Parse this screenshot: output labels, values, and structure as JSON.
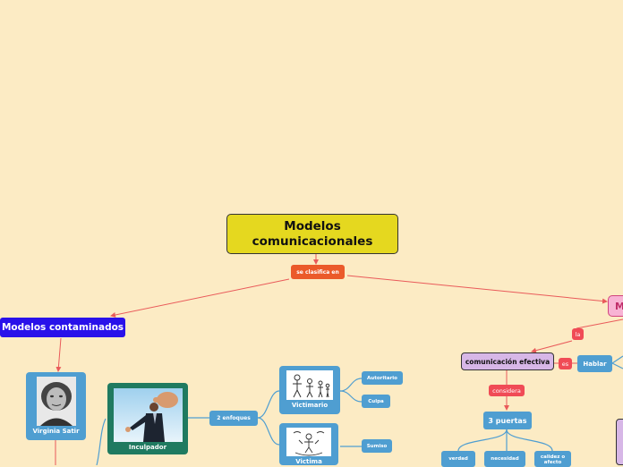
{
  "root": {
    "title": "Modelos comunicacionales"
  },
  "link_labels": {
    "clasifica": "se clasifica en",
    "la": "la",
    "es": "es",
    "considera": "considera"
  },
  "nodes": {
    "contaminados": "Modelos contaminados",
    "m_partial": "M",
    "satir": "Virginia Satir",
    "inculpador": "Inculpador",
    "enfoques": "2 enfoques",
    "victimario": "Victimario",
    "victima": "Victima",
    "autoritario": "Autoritario",
    "culpa": "Culpa",
    "sumiso": "Sumiso",
    "comunicacion": "comunicación efectiva",
    "hablar": "Hablar",
    "puertas": "3 puertas",
    "verdad": "verdad",
    "necesidad": "necesidad",
    "calidez": "calidez o afecto"
  },
  "colors": {
    "background": "#fcebc4",
    "root": "#e5d81f",
    "link": "#e95a5a",
    "blue_node": "#4f9ed1",
    "orange_tag": "#eb5a2a",
    "contaminados": "#2911ea",
    "dark_green_card": "#1f7a60"
  }
}
